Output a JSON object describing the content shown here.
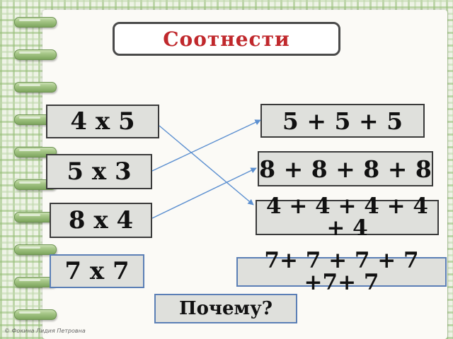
{
  "title": "Соотнести",
  "left_cards": [
    "4 х 5",
    "5 х 3",
    "8 х 4",
    "7 х 7"
  ],
  "right_cards": [
    "5 + 5 + 5",
    "8 + 8 + 8 + 8",
    "4 + 4 + 4 + 4 + 4",
    "7+ 7 + 7 + 7 +7+ 7"
  ],
  "why_button": "Почему?",
  "copyright": "© Фокина Лидия Петровна",
  "colors": {
    "title": "#c0282c",
    "lines": "#5b8fd0",
    "card_bg": "#dfe0dc"
  }
}
